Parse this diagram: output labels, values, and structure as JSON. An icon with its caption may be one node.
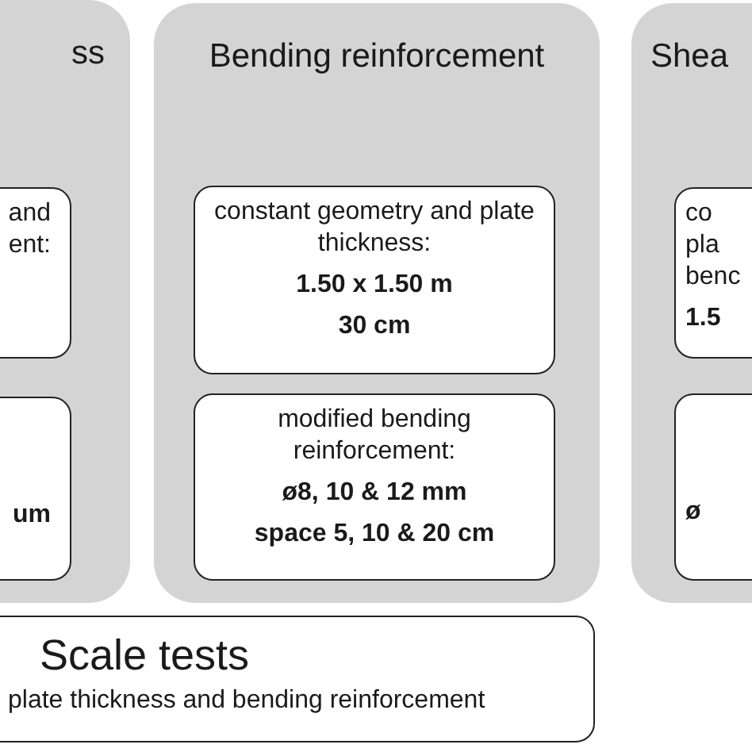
{
  "diagram": {
    "nodes": [
      {
        "text": [
          "ss"
        ]
      },
      {
        "text": [
          "and ent:"
        ],
        "in": 0
      },
      {
        "text": [
          "um"
        ],
        "in": 0
      },
      {
        "text": [
          "Bending reinforcement"
        ]
      },
      {
        "text": [
          "constant geometry and plate thickness:",
          "1.50 x 1.50 m",
          "30 cm"
        ],
        "in": 3
      },
      {
        "text": [
          "modified bending reinforcement:",
          "ø8, 10 & 12 mm",
          "space 5, 10 & 20 cm"
        ],
        "in": 3
      },
      {
        "text": [
          "Shea"
        ]
      },
      {
        "text": [
          "co pla benc",
          "1.5"
        ],
        "in": 6
      },
      {
        "text": [
          "ø"
        ],
        "in": 6
      },
      {
        "text": [
          "Scale tests",
          "plate thickness and bending reinforcement"
        ]
      }
    ]
  }
}
